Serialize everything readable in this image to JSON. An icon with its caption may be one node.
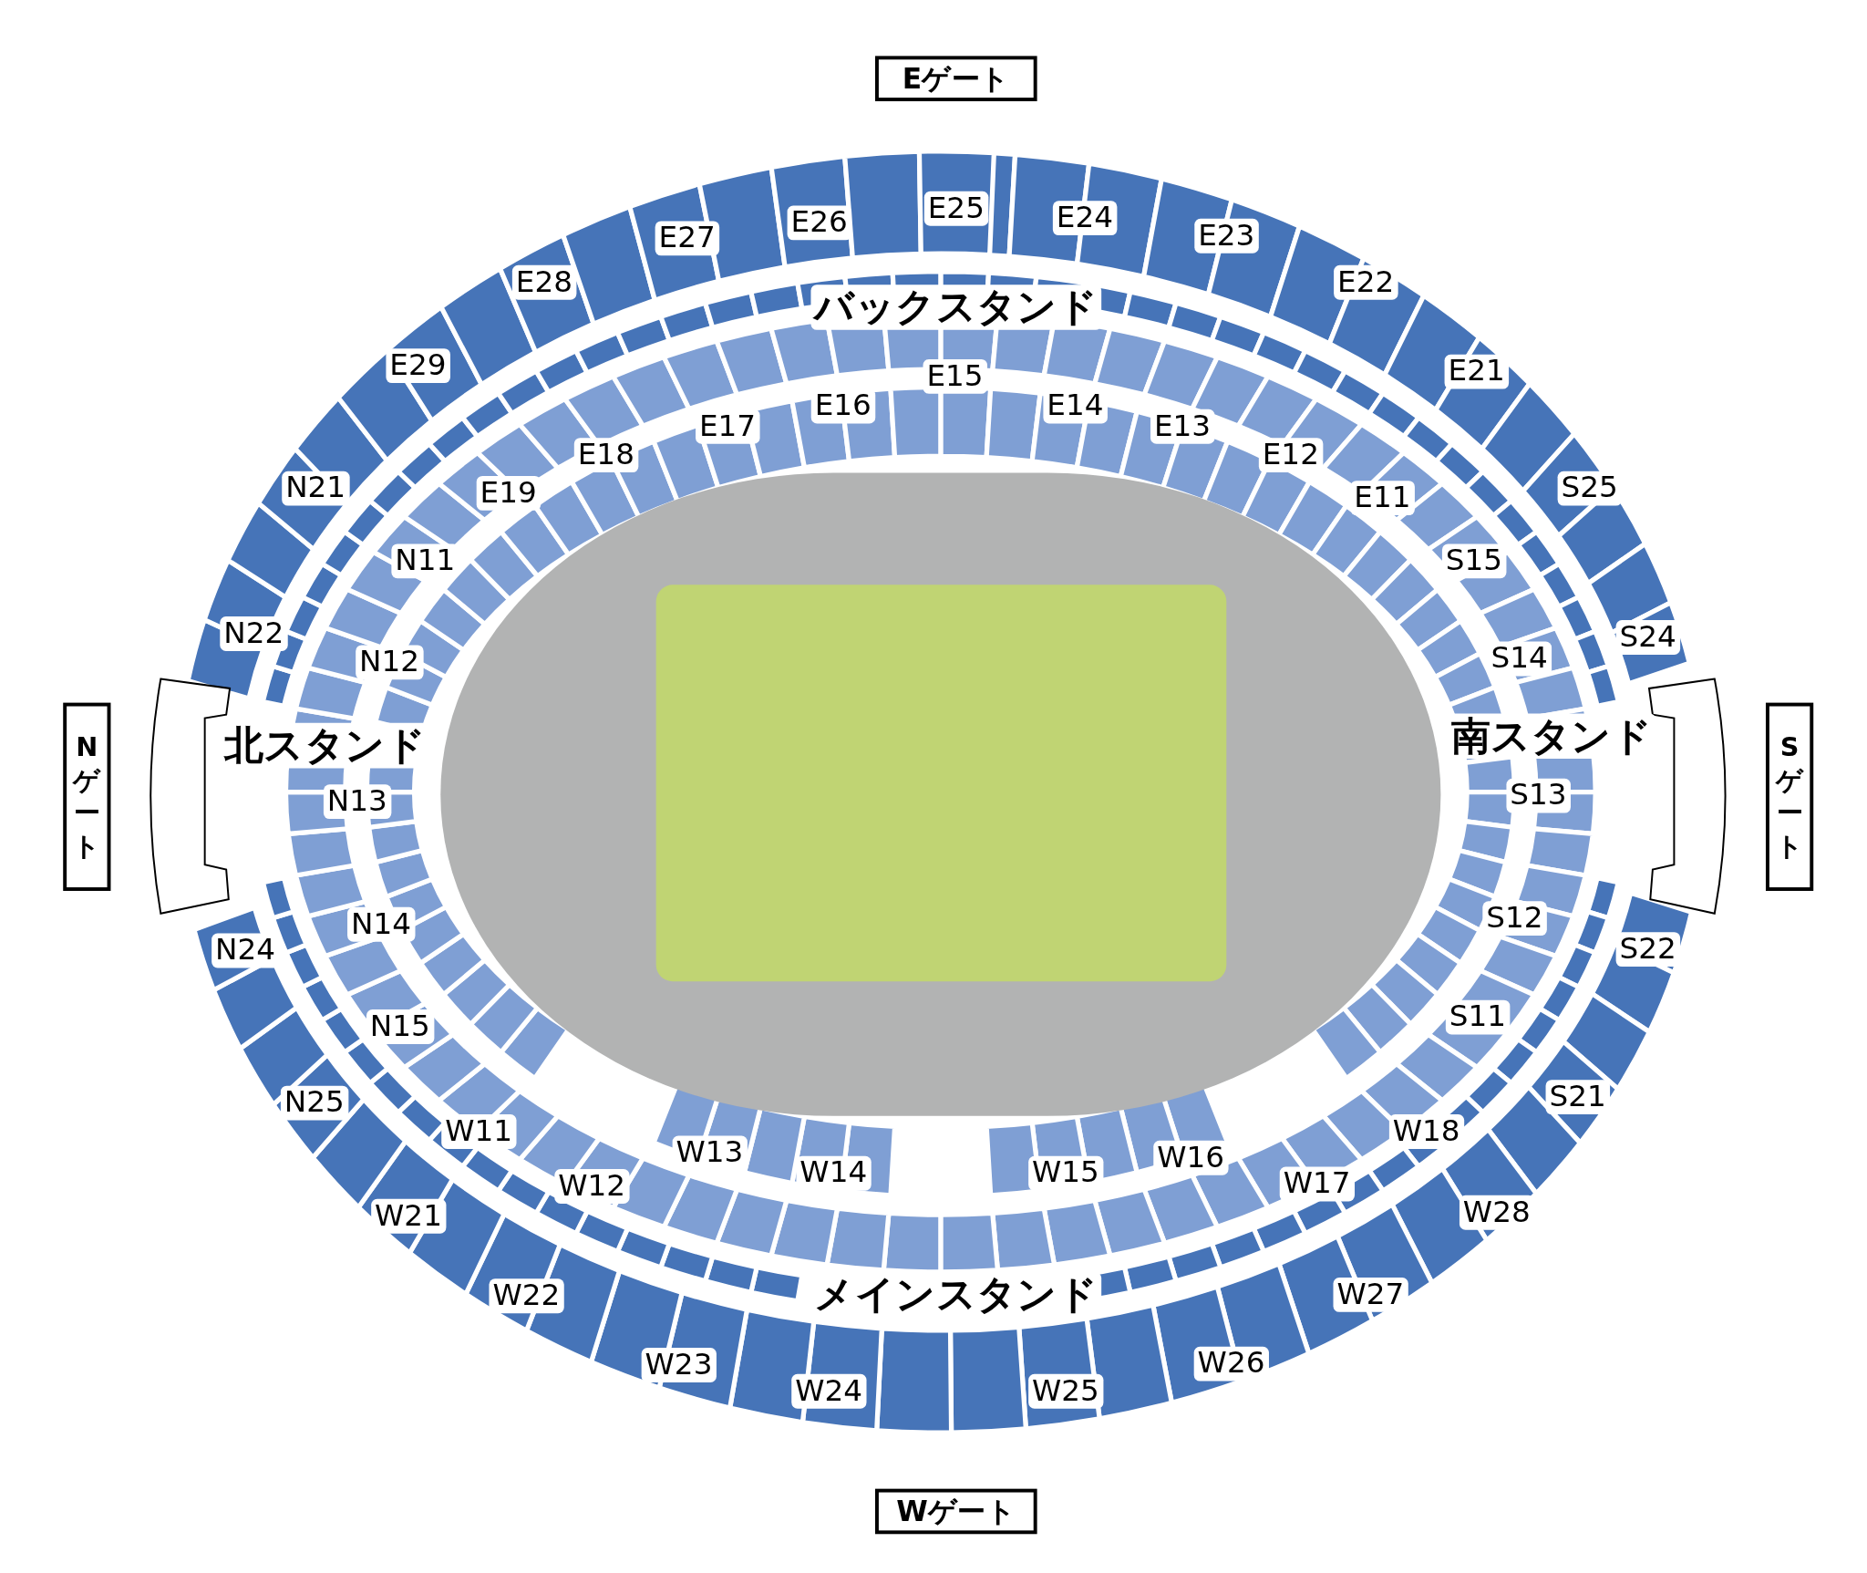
{
  "diagram": {
    "nodes": [
      {
        "text": [
          "Eゲート"
        ]
      },
      {
        "text": [
          "Nゲート"
        ]
      },
      {
        "text": [
          "Sゲート"
        ]
      },
      {
        "text": [
          "Wゲート"
        ]
      }
    ],
    "labels": [
      "E25",
      "E26",
      "E24",
      "E27",
      "E23",
      "E28",
      "E22",
      "バックスタンド",
      "E29",
      "E21",
      "E15",
      "E16",
      "E14",
      "E17",
      "E13",
      "E18",
      "E12",
      "N21",
      "S25",
      "E19",
      "E11",
      "N11",
      "S15",
      "N22",
      "S24",
      "S14",
      "N12",
      "南スタンド",
      "北スタンド",
      "S13",
      "N13",
      "S12",
      "N14",
      "S22",
      "N24",
      "S11",
      "N15",
      "S21",
      "N25",
      "W11",
      "W18",
      "W13",
      "W16",
      "W14",
      "W15",
      "W17",
      "W12",
      "W28",
      "W21",
      "W27",
      "メインスタンド",
      "W22",
      "W23",
      "W26",
      "W24",
      "W25"
    ]
  }
}
